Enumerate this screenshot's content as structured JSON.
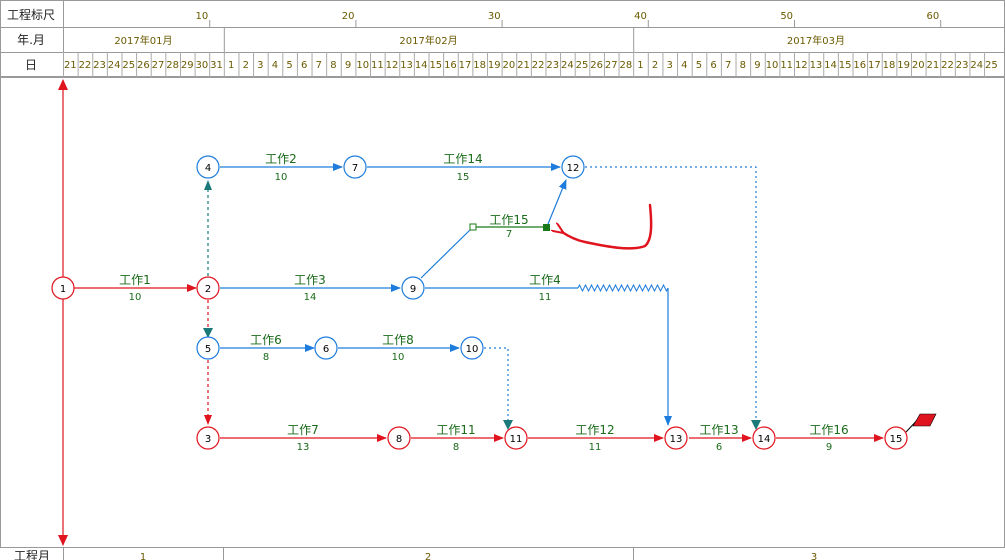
{
  "header": {
    "row1_label": "工程标尺",
    "row2_label": "年.月",
    "row3_label": "日",
    "scale_ticks": [
      "10",
      "20",
      "30",
      "40",
      "50",
      "60"
    ],
    "months": [
      "2017年01月",
      "2017年02月",
      "2017年03月"
    ],
    "days": [
      "21",
      "22",
      "23",
      "24",
      "25",
      "26",
      "27",
      "28",
      "29",
      "30",
      "31",
      "1",
      "2",
      "3",
      "4",
      "5",
      "6",
      "7",
      "8",
      "9",
      "10",
      "11",
      "12",
      "13",
      "14",
      "15",
      "16",
      "17",
      "18",
      "19",
      "20",
      "21",
      "22",
      "23",
      "24",
      "25",
      "26",
      "27",
      "28",
      "1",
      "2",
      "3",
      "4",
      "5",
      "6",
      "7",
      "8",
      "9",
      "10",
      "11",
      "12",
      "13",
      "14",
      "15",
      "16",
      "17",
      "18",
      "19",
      "20",
      "21",
      "22",
      "23",
      "24",
      "25"
    ]
  },
  "footer": {
    "label": "工程月",
    "months": [
      "1",
      "2",
      "3"
    ]
  },
  "nodes": [
    {
      "id": "1",
      "critical": true
    },
    {
      "id": "2",
      "critical": true
    },
    {
      "id": "3",
      "critical": true
    },
    {
      "id": "4",
      "critical": false
    },
    {
      "id": "5",
      "critical": false
    },
    {
      "id": "6",
      "critical": false
    },
    {
      "id": "7",
      "critical": false
    },
    {
      "id": "8",
      "critical": true
    },
    {
      "id": "9",
      "critical": false
    },
    {
      "id": "10",
      "critical": false
    },
    {
      "id": "11",
      "critical": true
    },
    {
      "id": "12",
      "critical": false
    },
    {
      "id": "13",
      "critical": true
    },
    {
      "id": "14",
      "critical": true
    },
    {
      "id": "15",
      "critical": true
    }
  ],
  "tasks": [
    {
      "name": "工作1",
      "duration": "10",
      "from": "1",
      "to": "2",
      "critical": true
    },
    {
      "name": "工作2",
      "duration": "10",
      "from": "4",
      "to": "7",
      "critical": false
    },
    {
      "name": "工作3",
      "duration": "14",
      "from": "2",
      "to": "9",
      "critical": false
    },
    {
      "name": "工作4",
      "duration": "11",
      "from": "9",
      "to": "13",
      "critical": false
    },
    {
      "name": "工作6",
      "duration": "8",
      "from": "5",
      "to": "6",
      "critical": false
    },
    {
      "name": "工作7",
      "duration": "13",
      "from": "3",
      "to": "8",
      "critical": true
    },
    {
      "name": "工作8",
      "duration": "10",
      "from": "6",
      "to": "10",
      "critical": false
    },
    {
      "name": "工作11",
      "duration": "8",
      "from": "8",
      "to": "11",
      "critical": true
    },
    {
      "name": "工作12",
      "duration": "11",
      "from": "11",
      "to": "13",
      "critical": true
    },
    {
      "name": "工作13",
      "duration": "6",
      "from": "13",
      "to": "14",
      "critical": true
    },
    {
      "name": "工作14",
      "duration": "15",
      "from": "7",
      "to": "12",
      "critical": false
    },
    {
      "name": "工作15",
      "duration": "7",
      "from": "9",
      "to": "12",
      "critical": false
    },
    {
      "name": "工作16",
      "duration": "9",
      "from": "14",
      "to": "15",
      "critical": true
    }
  ],
  "colors": {
    "critical": "#e0141e",
    "normal": "#1e7ddc",
    "dummy": "#1a7a7a",
    "label": "#1a6b1a",
    "header_text": "#6b5a00",
    "annotation": "#e0141e",
    "flag": "#e0141e"
  }
}
